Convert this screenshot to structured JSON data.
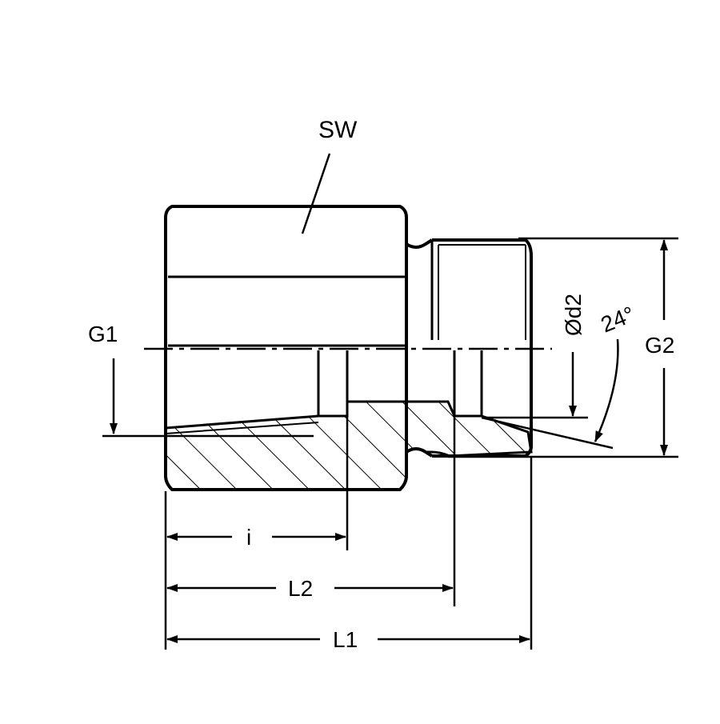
{
  "diagram": {
    "labels": {
      "sw": "SW",
      "g1": "G1",
      "g2": "G2",
      "d2": "Ød2",
      "angle": "24°",
      "i": "i",
      "l2": "L2",
      "l1": "L1"
    },
    "colors": {
      "stroke": "#000000",
      "background": "#ffffff"
    }
  }
}
